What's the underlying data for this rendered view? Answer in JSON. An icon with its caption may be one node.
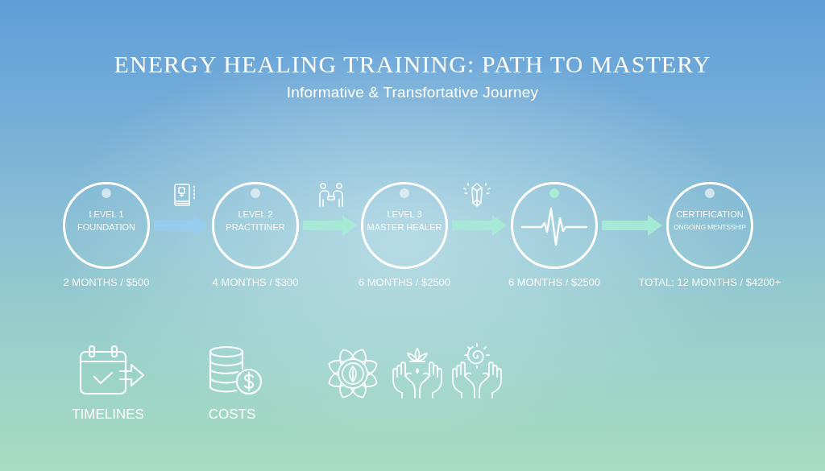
{
  "diagram": {
    "title": "ENERGY HEALING TRAINING: PATH TO MASTERY",
    "nodes": [
      {
        "text": [
          "LEVEL 1",
          "FOUNDATION"
        ],
        "beside": [
          "2 MONTHS / $500"
        ]
      },
      {
        "text": [
          "LEVEL 2",
          "PRACTITINER"
        ],
        "beside": [
          "4 MONTHS / $300"
        ]
      },
      {
        "text": [
          "LEVEL 3",
          "MASTER HEALER"
        ],
        "beside": [
          "6 MONTHS / $2500"
        ]
      },
      {
        "text": [],
        "shape": "circle",
        "beside": [
          "6 MONTHS / $2500"
        ]
      },
      {
        "text": [
          "CERTIFICATION",
          "ONGOING MENTSSHIP"
        ],
        "beside": [
          "TOTAL: 12 MONTHS / $4200+"
        ]
      }
    ],
    "edges": [
      {
        "from": 0,
        "to": 1,
        "arrow": "to",
        "color": "#96cdef"
      },
      {
        "from": 1,
        "to": 2,
        "arrow": "to"
      },
      {
        "from": 2,
        "to": 3,
        "arrow": "to"
      },
      {
        "from": 3,
        "to": 4,
        "arrow": "to"
      }
    ],
    "labels": [
      "Informative & Transfortative Journey",
      "TIMELINES",
      "COSTS"
    ]
  }
}
